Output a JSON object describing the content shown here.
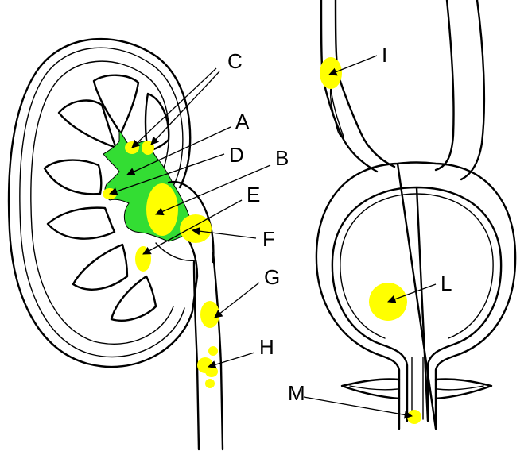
{
  "colors": {
    "stone": "#ffff00",
    "pelvis": "#33dd33",
    "outline": "#000000",
    "background": "#ffffff"
  },
  "labels": {
    "A": "A",
    "B": "B",
    "C": "C",
    "D": "D",
    "E": "E",
    "F": "F",
    "G": "G",
    "H": "H",
    "I": "I",
    "L": "L",
    "M": "M"
  }
}
